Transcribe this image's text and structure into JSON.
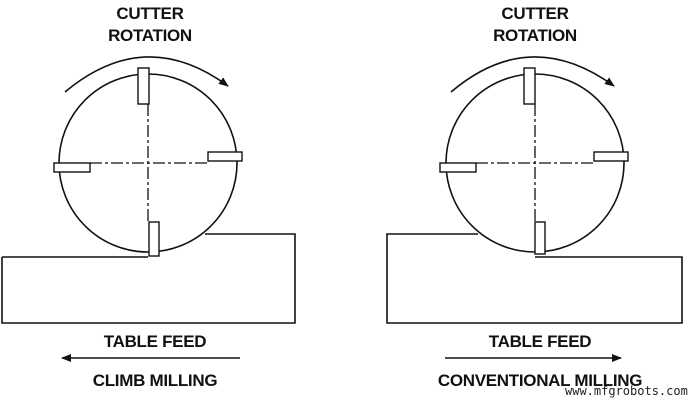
{
  "left": {
    "rotation_label_1": "CUTTER",
    "rotation_label_2": "ROTATION",
    "feed_label": "TABLE FEED",
    "feed_direction": "left",
    "title": "CLIMB MILLING"
  },
  "right": {
    "rotation_label_1": "CUTTER",
    "rotation_label_2": "ROTATION",
    "feed_label": "TABLE FEED",
    "feed_direction": "right",
    "title": "CONVENTIONAL MILLING"
  },
  "watermark": "www.mfgrobots.com",
  "colors": {
    "line": "#111111",
    "background": "#ffffff"
  }
}
